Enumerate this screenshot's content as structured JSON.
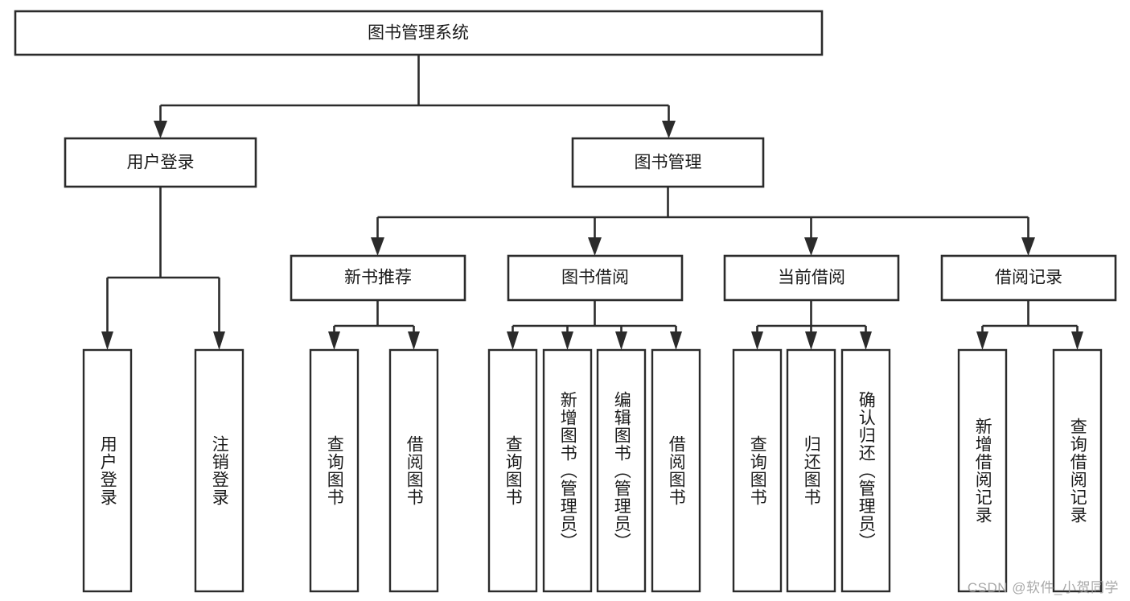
{
  "diagram": {
    "type": "tree-hierarchy",
    "title": "图书管理系统",
    "watermark": "CSDN @软件_小贺同学",
    "colors": {
      "background": "#ffffff",
      "stroke": "#2b2b2b",
      "text": "#1a1a1a",
      "watermark": "#9a9a9a"
    },
    "levels": {
      "root": {
        "label": "图书管理系统"
      },
      "level2": [
        {
          "id": "user-login",
          "label": "用户登录"
        },
        {
          "id": "book-manage",
          "label": "图书管理"
        }
      ],
      "level3": [
        {
          "id": "new-book-recommend",
          "label": "新书推荐",
          "parent": "book-manage"
        },
        {
          "id": "book-borrow",
          "label": "图书借阅",
          "parent": "book-manage"
        },
        {
          "id": "current-borrow",
          "label": "当前借阅",
          "parent": "book-manage"
        },
        {
          "id": "borrow-record",
          "label": "借阅记录",
          "parent": "book-manage"
        }
      ],
      "leaves": [
        {
          "id": "leaf-user-login",
          "label": "用户登录",
          "parent": "user-login"
        },
        {
          "id": "leaf-logout-login",
          "label": "注销登录",
          "parent": "user-login"
        },
        {
          "id": "leaf-query-book-1",
          "label": "查询图书",
          "parent": "new-book-recommend"
        },
        {
          "id": "leaf-borrow-book-1",
          "label": "借阅图书",
          "parent": "new-book-recommend"
        },
        {
          "id": "leaf-query-book-2",
          "label": "查询图书",
          "parent": "book-borrow"
        },
        {
          "id": "leaf-add-book",
          "label": "新增图书（管理员）",
          "parent": "book-borrow"
        },
        {
          "id": "leaf-edit-book",
          "label": "编辑图书（管理员）",
          "parent": "book-borrow"
        },
        {
          "id": "leaf-borrow-book-2",
          "label": "借阅图书",
          "parent": "book-borrow"
        },
        {
          "id": "leaf-query-book-3",
          "label": "查询图书",
          "parent": "current-borrow"
        },
        {
          "id": "leaf-return-book",
          "label": "归还图书",
          "parent": "current-borrow"
        },
        {
          "id": "leaf-confirm-return",
          "label": "确认归还（管理员）",
          "parent": "current-borrow"
        },
        {
          "id": "leaf-add-record",
          "label": "新增借阅记录",
          "parent": "borrow-record"
        },
        {
          "id": "leaf-query-record",
          "label": "查询借阅记录",
          "parent": "borrow-record"
        }
      ]
    }
  }
}
